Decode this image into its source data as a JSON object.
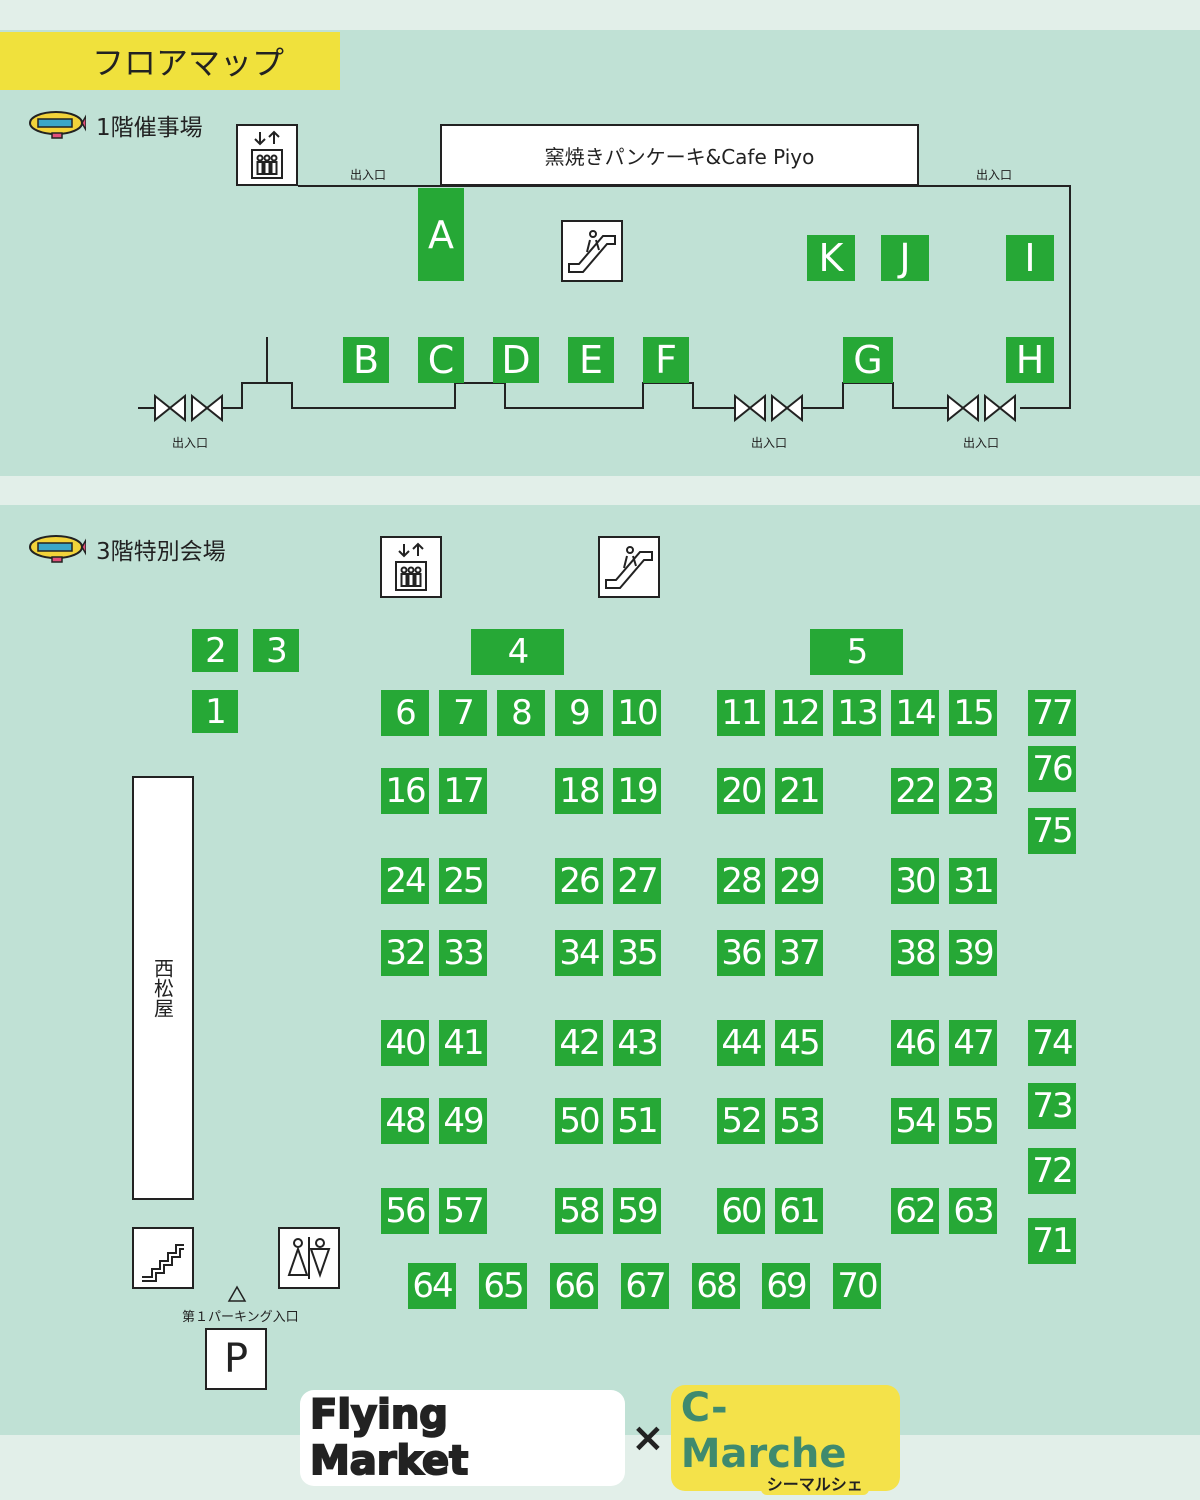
{
  "title": "フロアマップ",
  "floor1": {
    "label": "1階催事場",
    "cafe": "窯焼きパンケーキ&Cafe Piyo",
    "exit": "出入口",
    "booths": [
      "A",
      "B",
      "C",
      "D",
      "E",
      "F",
      "G",
      "H",
      "I",
      "J",
      "K"
    ]
  },
  "floor3": {
    "label": "3階特別会場",
    "store": "西松屋",
    "parking_entrance": "第１パーキング入口",
    "parking_symbol": "P",
    "booths": [
      "1",
      "2",
      "3",
      "4",
      "5",
      "6",
      "7",
      "8",
      "9",
      "10",
      "11",
      "12",
      "13",
      "14",
      "15",
      "16",
      "17",
      "18",
      "19",
      "20",
      "21",
      "22",
      "23",
      "24",
      "25",
      "26",
      "27",
      "28",
      "29",
      "30",
      "31",
      "32",
      "33",
      "34",
      "35",
      "36",
      "37",
      "38",
      "39",
      "40",
      "41",
      "42",
      "43",
      "44",
      "45",
      "46",
      "47",
      "48",
      "49",
      "50",
      "51",
      "52",
      "53",
      "54",
      "55",
      "56",
      "57",
      "58",
      "59",
      "60",
      "61",
      "62",
      "63",
      "64",
      "65",
      "66",
      "67",
      "68",
      "69",
      "70",
      "71",
      "72",
      "73",
      "74",
      "75",
      "76",
      "77"
    ]
  },
  "icons": {
    "elevator": "elevator-icon",
    "escalator": "escalator-icon",
    "stairs": "stairs-icon",
    "restroom": "restroom-icon",
    "door": "door-icon",
    "blimp": "blimp-icon"
  },
  "logo": {
    "left": "Flying Market",
    "times": "×",
    "right": "C-Marche",
    "right_kana": "シーマルシェ"
  },
  "colors": {
    "booth": "#26a836",
    "panel": "#c0e1d5",
    "title_tab": "#f0e13c"
  }
}
